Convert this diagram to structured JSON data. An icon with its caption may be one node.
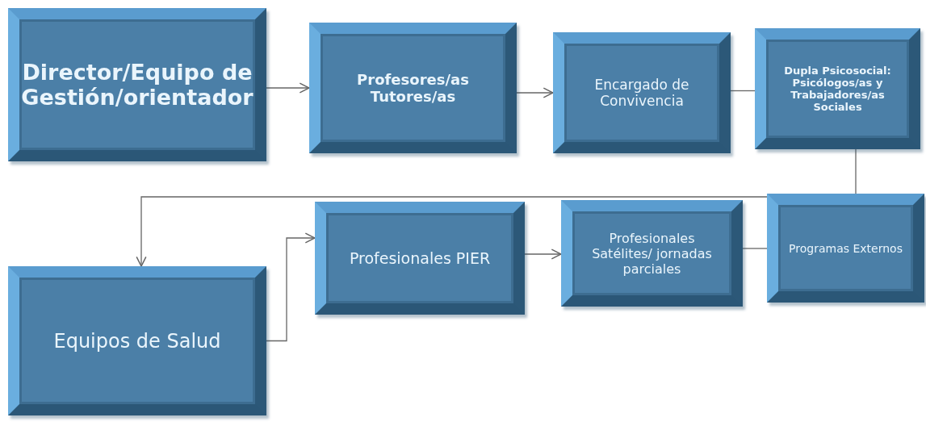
{
  "diagram": {
    "nodes": [
      {
        "text": [
          "Director/Equipo de Gestión/orientador"
        ]
      },
      {
        "text": [
          "Profesores/as Tutores/as"
        ]
      },
      {
        "text": [
          "Encargado de Convivencia"
        ]
      },
      {
        "text": [
          "Dupla Psicosocial: Psicólogos/as y Trabajadores/as Sociales"
        ]
      },
      {
        "text": [
          "Profesionales PIER"
        ]
      },
      {
        "text": [
          "Profesionales Satélites/ jornadas parciales"
        ]
      },
      {
        "text": [
          "Programas Externos"
        ]
      },
      {
        "text": [
          "Equipos de Salud"
        ]
      }
    ],
    "edges": [
      {
        "from": 0,
        "to": 1,
        "arrow": "to"
      },
      {
        "from": 1,
        "to": 2,
        "arrow": "to"
      },
      {
        "from": 2,
        "to": 3,
        "arrow": "none"
      },
      {
        "from": 3,
        "to": 6,
        "arrow": "none"
      },
      {
        "from": 6,
        "to": 7,
        "arrow": "to"
      },
      {
        "from": 6,
        "to": 5,
        "arrow": "none"
      },
      {
        "from": 7,
        "to": 4,
        "arrow": "to"
      },
      {
        "from": 4,
        "to": 5,
        "arrow": "to"
      }
    ]
  }
}
